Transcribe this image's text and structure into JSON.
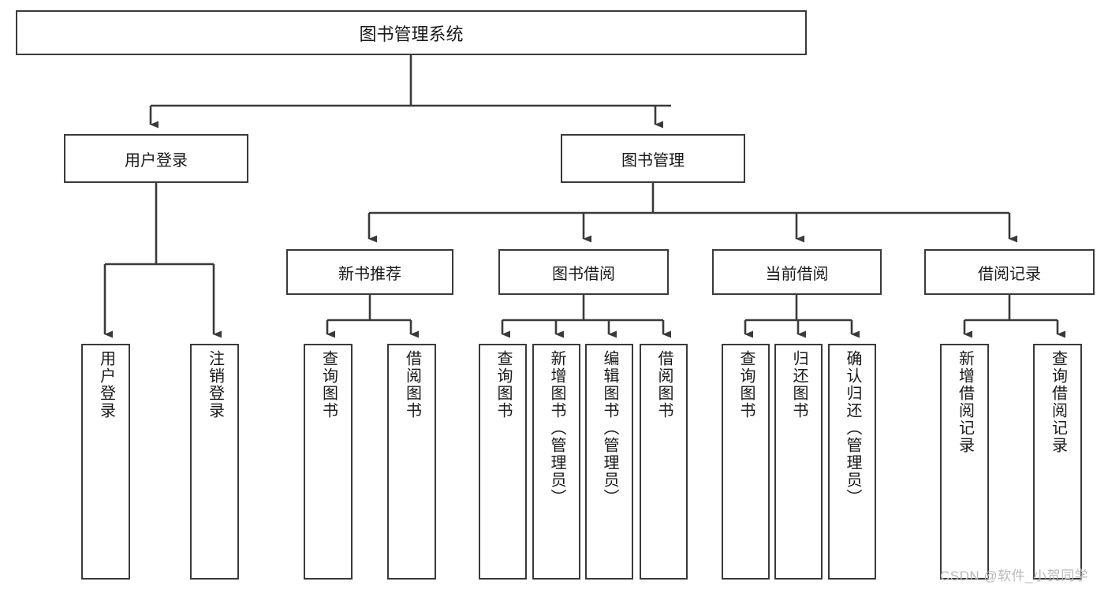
{
  "diagram": {
    "title": "图书管理系统",
    "type": "hierarchy-tree",
    "root": {
      "label": "图书管理系统"
    },
    "level1": [
      {
        "label": "用户登录"
      },
      {
        "label": "图书管理"
      }
    ],
    "level2": [
      {
        "label": "新书推荐"
      },
      {
        "label": "图书借阅"
      },
      {
        "label": "当前借阅"
      },
      {
        "label": "借阅记录"
      }
    ],
    "leaves": {
      "user_login": [
        {
          "label": "用户登录"
        },
        {
          "label": "注销登录"
        }
      ],
      "new_book_recommend": [
        {
          "label": "查询图书"
        },
        {
          "label": "借阅图书"
        }
      ],
      "book_borrow": [
        {
          "label": "查询图书"
        },
        {
          "label": "新增图书（管理员）"
        },
        {
          "label": "编辑图书（管理员）"
        },
        {
          "label": "借阅图书"
        }
      ],
      "current_borrow": [
        {
          "label": "查询图书"
        },
        {
          "label": "归还图书"
        },
        {
          "label": "确认归还（管理员）"
        }
      ],
      "borrow_record": [
        {
          "label": "新增借阅记录"
        },
        {
          "label": "查询借阅记录"
        }
      ]
    }
  },
  "watermark": {
    "text": "CSDN @软件_小贺同学"
  },
  "colors": {
    "border": "#3a3a3a",
    "text": "#1a1a1a",
    "background": "#ffffff",
    "watermark": "#b9b9b9"
  }
}
